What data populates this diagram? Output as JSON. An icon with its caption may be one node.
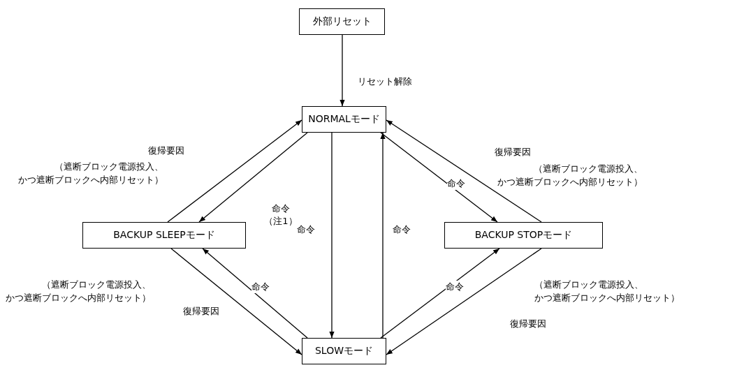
{
  "diagram": {
    "nodes": [
      {
        "text": [
          "外部リセット"
        ]
      },
      {
        "text": [
          "NORMALモード"
        ]
      },
      {
        "text": [
          "BACKUP SLEEPモード"
        ]
      },
      {
        "text": [
          "BACKUP STOPモード"
        ]
      },
      {
        "text": [
          "SLOWモード"
        ]
      }
    ],
    "edges": [
      {
        "from": 0,
        "to": 1,
        "arrow": "to",
        "label": "リセット解除"
      },
      {
        "from": 2,
        "to": 1,
        "arrow": "to",
        "label": "復帰要因"
      },
      {
        "from": 1,
        "to": 2,
        "arrow": "to",
        "label": "命令（注1）"
      },
      {
        "from": 1,
        "to": 3,
        "arrow": "to",
        "label": "命令"
      },
      {
        "from": 3,
        "to": 1,
        "arrow": "to",
        "label": "復帰要因"
      },
      {
        "from": 1,
        "to": 4,
        "arrow": "to",
        "label": "命令"
      },
      {
        "from": 4,
        "to": 1,
        "arrow": "to",
        "label": "命令"
      },
      {
        "from": 2,
        "to": 4,
        "arrow": "to",
        "label": "復帰要因"
      },
      {
        "from": 4,
        "to": 2,
        "arrow": "to",
        "label": "命令"
      },
      {
        "from": 4,
        "to": 3,
        "arrow": "to",
        "label": "命令"
      },
      {
        "from": 3,
        "to": 4,
        "arrow": "to",
        "label": "復帰要因"
      }
    ],
    "labels": [
      "（遮断ブロック電源投入、かつ遮断ブロックへ内部リセット）",
      "（遮断ブロック電源投入、かつ遮断ブロックへ内部リセット）",
      "（遮断ブロック電源投入、かつ遮断ブロックへ内部リセット）",
      "（遮断ブロック電源投入、かつ遮断ブロックへ内部リセット）"
    ]
  }
}
